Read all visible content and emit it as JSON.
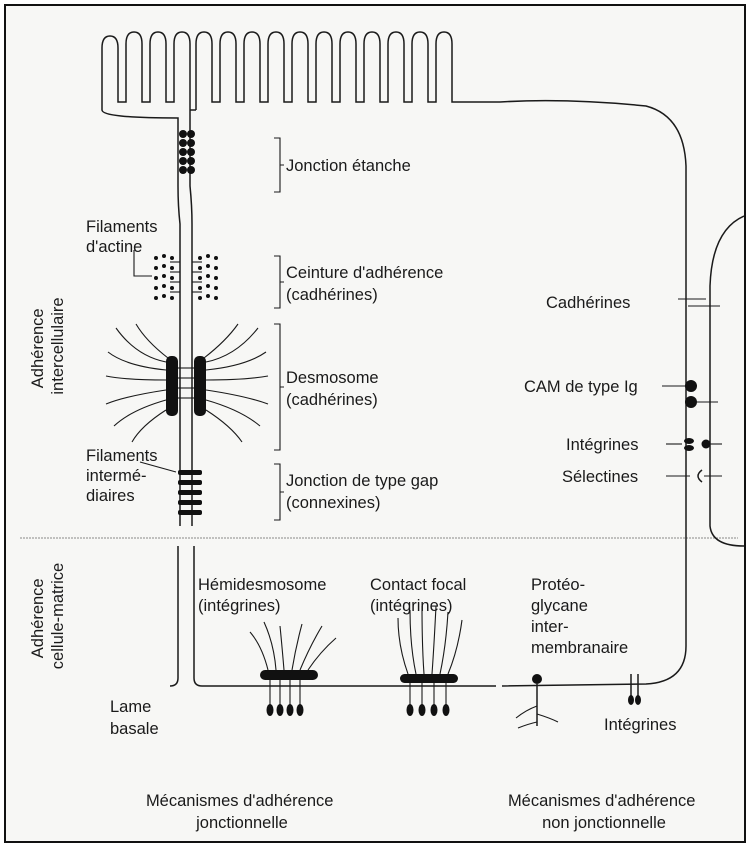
{
  "side_labels": {
    "intercellular": [
      "Adhérence",
      "intercellulaire"
    ],
    "cell_matrix": [
      "Adhérence",
      "cellule-matrice"
    ]
  },
  "junction_labels": {
    "tight": [
      "Jonction étanche"
    ],
    "adherens": [
      "Ceinture d'adhérence",
      "(cadhérines)"
    ],
    "desmosome": [
      "Desmosome",
      "(cadhérines)"
    ],
    "gap": [
      "Jonction de type gap",
      "(connexines)"
    ]
  },
  "filament_labels": {
    "actin": [
      "Filaments",
      "d'actine"
    ],
    "intermediate": [
      "Filaments",
      "intermé-",
      "diaires"
    ]
  },
  "matrix_labels": {
    "hemidesmosome": [
      "Hémidesmosome",
      "(intégrines)"
    ],
    "focal_contact": [
      "Contact focal",
      "(intégrines)"
    ],
    "proteoglycan": [
      "Protéo-",
      "glycane",
      "inter-",
      "membranaire"
    ],
    "basal_lamina": [
      "Lame",
      "basale"
    ],
    "integrins_matrix": [
      "Intégrines"
    ]
  },
  "non_junctional_labels": {
    "cadherins": "Cadhérines",
    "cam_ig": "CAM de type Ig",
    "integrins": "Intégrines",
    "selectins": "Sélectines"
  },
  "captions": {
    "junctional": [
      "Mécanismes d'adhérence",
      "jonctionnelle"
    ],
    "non_junctional": [
      "Mécanismes d'adhérence",
      "non jonctionnelle"
    ]
  }
}
